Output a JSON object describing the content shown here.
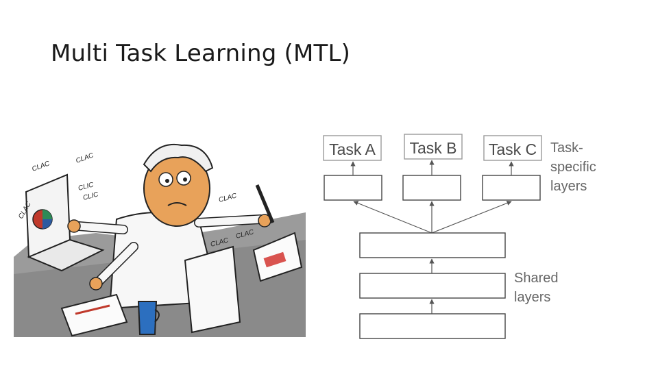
{
  "slide": {
    "title": "Multi Task Learning (MTL)"
  },
  "illustration": {
    "sounds": [
      "CLAC",
      "CLAC",
      "CLIC",
      "CLIC",
      "CLAC",
      "CLAC",
      "CLAC",
      "CLAC"
    ]
  },
  "diagram": {
    "tasks": [
      "Task A",
      "Task B",
      "Task C"
    ],
    "task_specific_note": [
      "Task-",
      "specific",
      "layers"
    ],
    "shared_note": [
      "Shared",
      "layers"
    ]
  }
}
